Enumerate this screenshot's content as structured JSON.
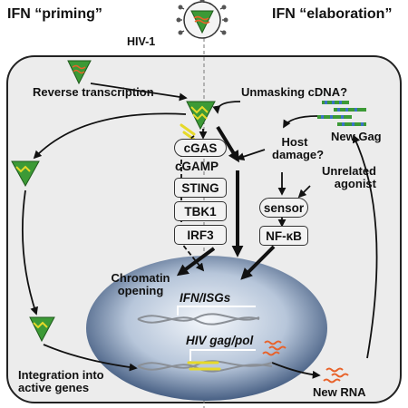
{
  "headers": {
    "left": "IFN “priming”",
    "right": "IFN “elaboration”"
  },
  "labels": {
    "hiv": "HIV-1",
    "reverse_transcription": "Reverse transcription",
    "unmasking": "Unmasking cDNA?",
    "new_gag": "New Gag",
    "host_damage_1": "Host",
    "host_damage_2": "damage?",
    "unrelated_1": "Unrelated",
    "unrelated_2": "agonist",
    "chromatin_1": "Chromatin",
    "chromatin_2": "opening",
    "ifn_isgs": "IFN/ISGs",
    "hiv_gag_pol": "HIV gag/pol",
    "integration_1": "Integration into",
    "integration_2": "active genes",
    "new_rna": "New RNA"
  },
  "pathway_boxes": {
    "cgas": "cGAS",
    "cgamp": "cGAMP",
    "sting": "STING",
    "tbk1": "TBK1",
    "irf3": "IRF3",
    "sensor": "sensor",
    "nfkb": "NF-κB"
  },
  "colors": {
    "green": "#3c9a36",
    "cell_fill": "#eaeaea",
    "nucleus_core": "#f2f5fa",
    "nucleus_edge": "#2f4a73",
    "rna": "#e8622a",
    "yellow": "#e6d92a"
  }
}
